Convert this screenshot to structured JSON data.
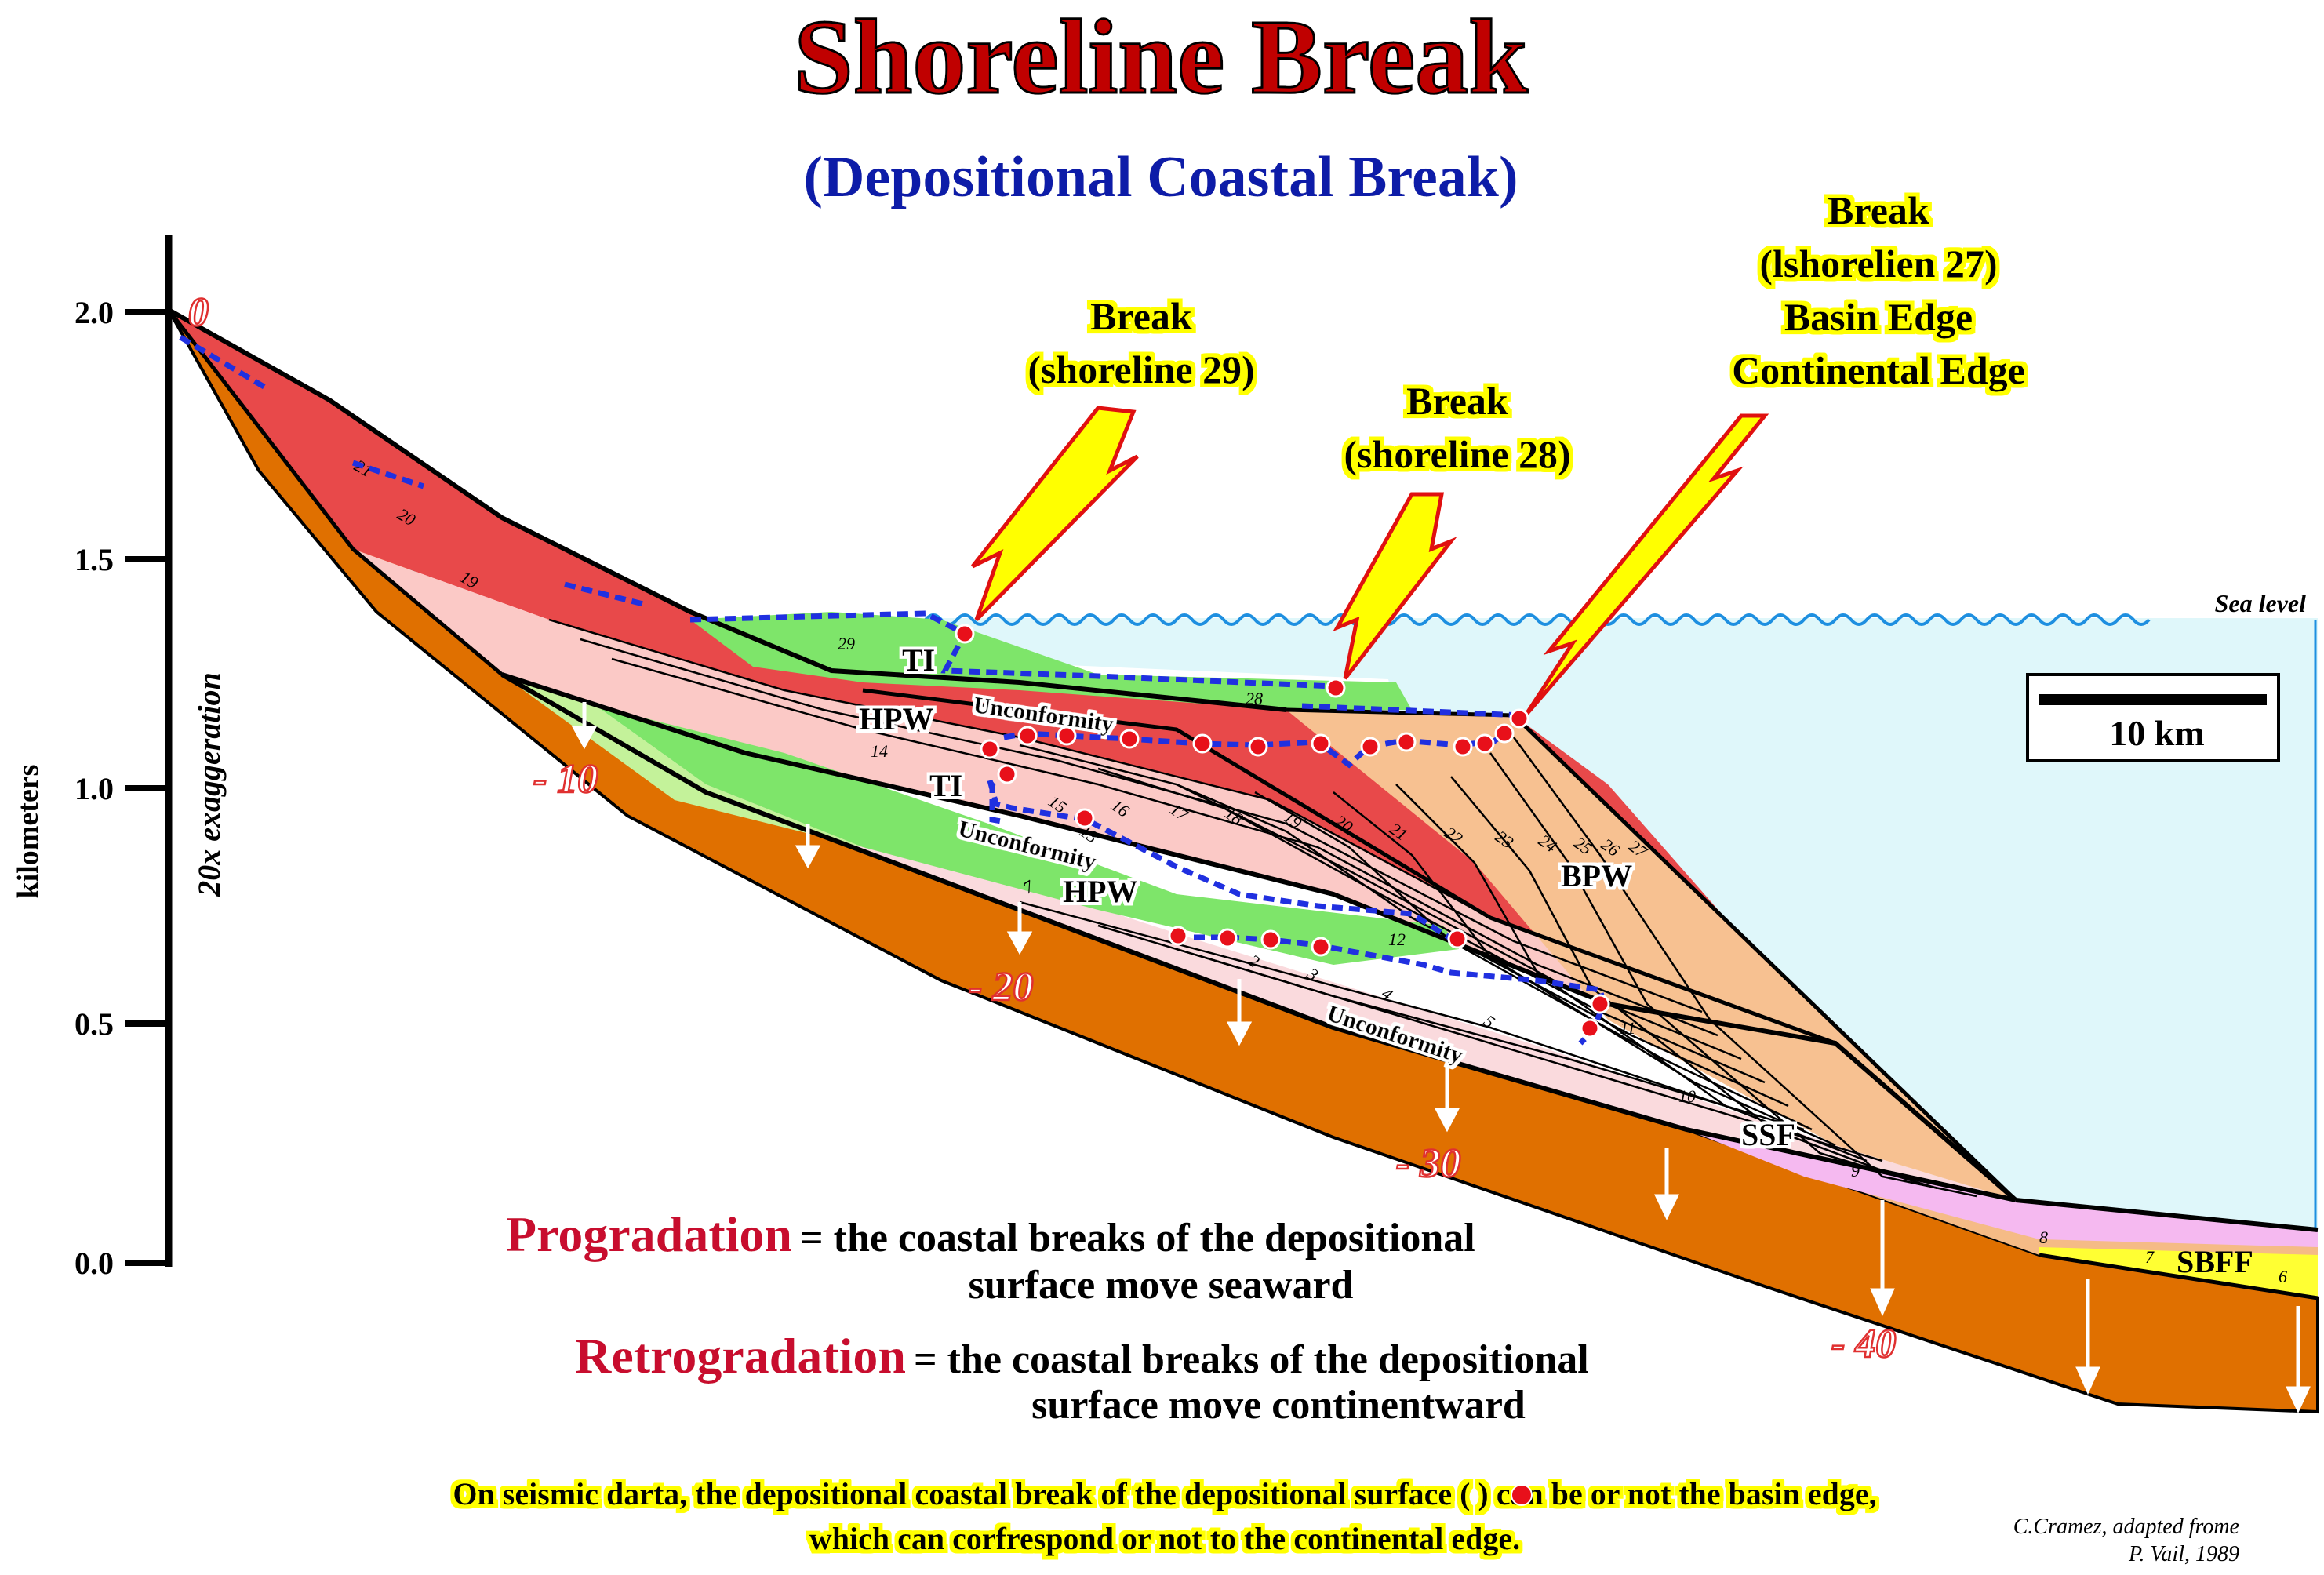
{
  "title": "Shoreline Break",
  "subtitle": "(Depositional Coastal Break)",
  "axis": {
    "label": "kilometers",
    "exaggeration": "20x exaggeration",
    "ticks": [
      "2.0",
      "1.5",
      "1.0",
      "0.5",
      "0.0"
    ]
  },
  "sea_level": "Sea level",
  "scale_bar": "10 km",
  "subsidence": [
    "0",
    "- 10",
    "- 20",
    "- 30",
    "- 40"
  ],
  "callouts": {
    "shoreline29": [
      "Break",
      "(shoreline 29)"
    ],
    "shoreline28": [
      "Break",
      "(shoreline 28)"
    ],
    "shoreline27": [
      "Break",
      "(lshorelien 27)",
      "Basin Edge",
      "Continental Edge"
    ]
  },
  "facies": {
    "ti": "TI",
    "hpw": "HPW",
    "bpw": "BPW",
    "ssf": "SSF",
    "sbff": "SBFF",
    "unconformity": "Unconformity"
  },
  "layer_numbers": [
    "29",
    "28",
    "21",
    "20",
    "19",
    "14",
    "15",
    "16",
    "17",
    "18",
    "19",
    "20",
    "21",
    "22",
    "23",
    "24",
    "25",
    "26",
    "27",
    "13",
    "12",
    "7",
    "2",
    "3",
    "4",
    "5",
    "11",
    "10",
    "9",
    "8",
    "7",
    "6"
  ],
  "definitions": {
    "progradation_term": "Progradation",
    "progradation_text1": "= the coastal breaks of the depositional",
    "progradation_text2": "surface move seaward",
    "retrogradation_term": "Retrogradation",
    "retrogradation_text1": "= the coastal breaks of the depositional",
    "retrogradation_text2": "surface move continentward"
  },
  "footnote": {
    "line1": "On seismic darta, the depositional coastal break of the depositional surface (   ) can be or not  the basin edge,",
    "line2": "which can corfrespond or not to the continental edge."
  },
  "credit": {
    "line1": "C.Cramez, adapted frome",
    "line2": "P. Vail, 1989"
  },
  "colors": {
    "title": "#c00000",
    "subtitle": "#0a1aa8",
    "callout_fill": "#ffff00",
    "sea": "#dff7fa",
    "basement": "#e07000",
    "red_wedge": "#e8494a",
    "green": "#7ee56a",
    "orange": "#f5bb86",
    "pink": "#fadadd",
    "breakpoint": "#e8101a"
  }
}
